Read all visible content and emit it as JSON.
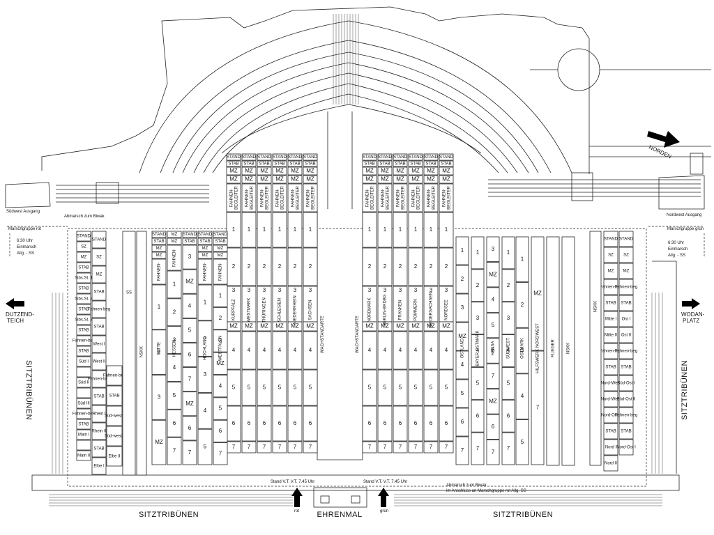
{
  "labels": {
    "north": "NORDEN",
    "southwest_exit": "Südwest Ausgang",
    "northwest_exit": "Nordwest Ausgang",
    "march_biwak_top": "Abmarsch zum Biwak",
    "marschgruppe_rot": "Marschgruppe rot",
    "marschgruppe_gruen": "Marschgruppe grün",
    "left_time_1": "6:30 Uhr",
    "left_time_2": "Einmarsch",
    "left_time_3": "Allg. - SS",
    "right_time_1": "6:30 Uhr",
    "right_time_2": "Einmarsch",
    "right_time_3": "Allg. - SS",
    "dutzendteich_1": "DUTZEND-",
    "dutzendteich_2": "TEICH",
    "wodanplatz_1": "WODAN-",
    "wodanplatz_2": "PLATZ",
    "sitz_left": "SITZTRIBÜNEN",
    "sitz_right": "SITZTRIBÜNEN",
    "sitz_bottom_left": "SITZTRIBÜNEN",
    "sitz_bottom_right": "SITZTRIBÜNEN",
    "ehrenmal": "EHRENMAL",
    "rot": "rot",
    "gruen": "grün",
    "stand_left": "Stand V.T. V.T. 7.45 Uhr",
    "stand_right": "Stand V.T. V.T. 7.45 Uhr",
    "abmarsch_bottom_1": "Abmarsch zum Biwak",
    "abmarsch_bottom_2": "im Anschluss an Marschgruppe rot Allg. SS",
    "wachstandarte_left": "WACHSTANDARTE",
    "wachstandarte_right": "WACHSTANDARTE"
  },
  "top_labels": {
    "stand": "STAND",
    "stab": "STAB",
    "mz": "MZ",
    "fahnen": "FAHNEN-\nBEGLEITER"
  },
  "left_center_columns": [
    "KURPFALZ",
    "WESTMARK",
    "THÜRINGEN",
    "SCHLESIEN",
    "NIEDERRHEIN",
    "SACHSEN"
  ],
  "right_center_columns": [
    "NORDMARK",
    "BERLIN-BRDBG",
    "FRANKEN",
    "POMMERN",
    "NIEDERSACHSEN",
    "NORDSEE"
  ],
  "row_numbers": [
    "1",
    "2",
    "3",
    "4",
    "5",
    "6",
    "7"
  ],
  "left_block": {
    "col1": [
      "STAND",
      "SZ",
      "MZ",
      "STAB",
      "Sibs.St. 1",
      "STAB",
      "Sibs.St. 2",
      "STAB",
      "Sibs.St. 3",
      "STAB",
      "Fahnen-begleiter",
      "STAB",
      "Süd I",
      "",
      "Süd II",
      "",
      "Süd III",
      "Fahnen-begleiter",
      "STAB",
      "Main I",
      "",
      "Main II"
    ],
    "col2": [
      "STAND",
      "SZ",
      "MZ",
      "STAB",
      "Fahnen-begleiter",
      "STAB",
      "West I",
      "West II",
      "Fahnen-begleiter",
      "STAB",
      "Rhein I",
      "Rhein II",
      "STAB",
      "Elbe I"
    ],
    "col3": [
      "Fahnen-begleiter",
      "STAB",
      "Süd-west I",
      "Süd-west II",
      "Elbe II"
    ],
    "nskk": "NSKK",
    "ss_sign": "SS"
  },
  "left_mid_columns": [
    {
      "name": "MITTE",
      "top": [
        "STAND",
        "STAB",
        "MZ",
        "MZ"
      ],
      "fahnen": "FAHNEN-BEGLEITER",
      "rows": [
        "1",
        "2",
        "3",
        "MZ"
      ],
      "extra": "NSKK"
    },
    {
      "name": "HESSEN",
      "top": [
        "MZ",
        "MZ"
      ],
      "fahnen": "FAHNEN-BEGLEITER",
      "rows": [
        "1",
        "2",
        "3",
        "4",
        "5",
        "6",
        "7"
      ]
    },
    {
      "name": "",
      "top": [
        "STAND",
        "STAB"
      ],
      "rows": [
        "3",
        "MZ",
        "4",
        "5",
        "6",
        "7",
        "MZ",
        "6",
        "7"
      ]
    },
    {
      "name": "HOCHLAND",
      "top": [
        "STAND",
        "STAB",
        "MZ",
        "MZ"
      ],
      "fahnen": "FAHNEN-BEGLEITER",
      "rows": [
        "1",
        "2",
        "3",
        "4",
        "5"
      ]
    },
    {
      "name": "WESTFALEN",
      "top": [
        "STAND",
        "STAB",
        "MZ",
        "MZ"
      ],
      "fahnen": "FAHNEN-BEGLEITER",
      "rows": [
        "1",
        "2",
        "3",
        "MZ",
        "4",
        "5",
        "6",
        "7"
      ]
    }
  ],
  "right_mid_columns": [
    {
      "name": "OSTLAND",
      "rows": [
        "1",
        "2",
        "3",
        "MZ",
        "4",
        "5",
        "6",
        "7"
      ]
    },
    {
      "name": "BAYER.OSTMARK",
      "rows": [
        "1",
        "2",
        "3",
        "4",
        "5",
        "6",
        "7"
      ]
    },
    {
      "name": "HANSA",
      "rows": [
        "3",
        "MZ",
        "4",
        "5",
        "6",
        "7",
        "MZ",
        "6",
        "7"
      ]
    },
    {
      "name": "SÜDWEST",
      "rows": [
        "1",
        "2",
        "3",
        "4",
        "5",
        "6",
        "7"
      ]
    },
    {
      "name": "OSTMARK",
      "rows": [
        "1",
        "2",
        "3",
        "4",
        "5"
      ]
    },
    {
      "name": "HILFSWERK NORDWEST",
      "rows": [
        "MZ",
        "7"
      ]
    },
    {
      "name": "FLIEGER",
      "rows": []
    },
    {
      "name": "NSKK",
      "rows": []
    }
  ],
  "right_block": {
    "col1": [
      "STAND",
      "SZ",
      "MZ",
      "Fahnen-begleiter",
      "STAB",
      "Mitte I",
      "Mitte II",
      "Fahnen-begleiter",
      "STAB",
      "Nord-West I",
      "Nord-West II",
      "Nord-Ost I",
      "STAB",
      "Nord I",
      "Nord II"
    ],
    "col2": [
      "STAND",
      "SZ",
      "MZ",
      "Fahnen-begleiter",
      "STAB",
      "Ost I",
      "Ost II",
      "Fahnen-begleiter",
      "STAB",
      "Süd-Ost I",
      "Süd-Ost II",
      "Fahnen-begleiter",
      "STAB",
      "Nord-Ost II"
    ]
  }
}
